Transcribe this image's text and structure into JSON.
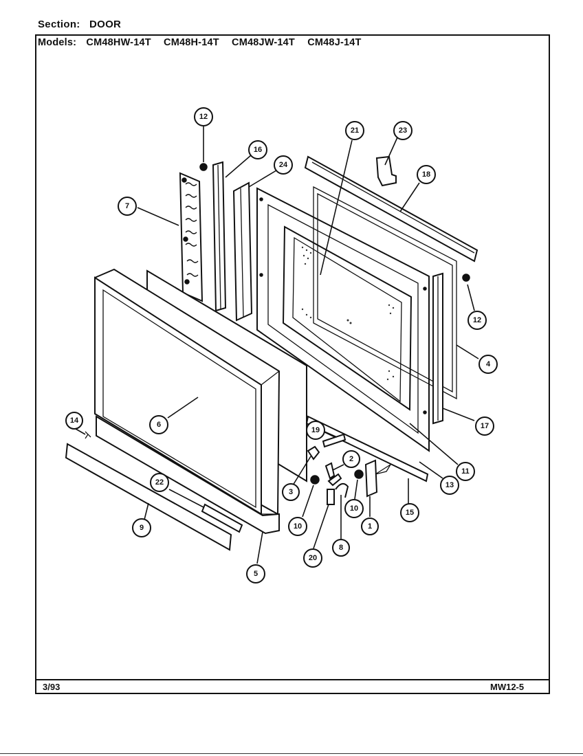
{
  "header": {
    "section_label": "Section:",
    "section_value": "DOOR",
    "models_label": "Models:",
    "models": [
      "CM48HW-14T",
      "CM48H-14T",
      "CM48JW-14T",
      "CM48J-14T"
    ]
  },
  "footer": {
    "date": "3/93",
    "page_code": "MW12-5"
  },
  "callouts": [
    "12",
    "16",
    "24",
    "21",
    "23",
    "18",
    "7",
    "12",
    "4",
    "17",
    "14",
    "6",
    "19",
    "2",
    "11",
    "13",
    "3",
    "10",
    "10",
    "1",
    "15",
    "22",
    "8",
    "20",
    "9",
    "5"
  ],
  "colors": {
    "ink": "#111111",
    "paper": "#ffffff"
  }
}
